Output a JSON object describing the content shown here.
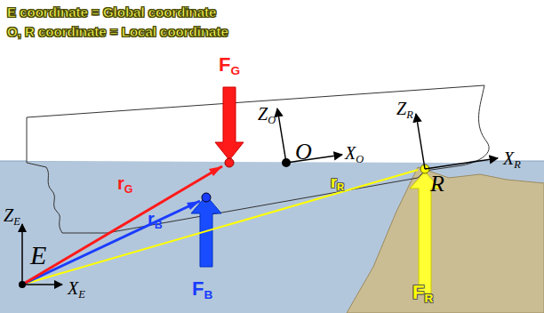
{
  "diagram": {
    "labels": [
      "E coordinate = Global coordinate",
      "O, R coordinate = Local coordinate",
      "FG",
      "ZO",
      "ZR",
      "O",
      "XO",
      "R",
      "XR",
      "rG",
      "rR",
      "rB",
      "ZE",
      "E",
      "XE",
      "FB",
      "FR"
    ]
  }
}
